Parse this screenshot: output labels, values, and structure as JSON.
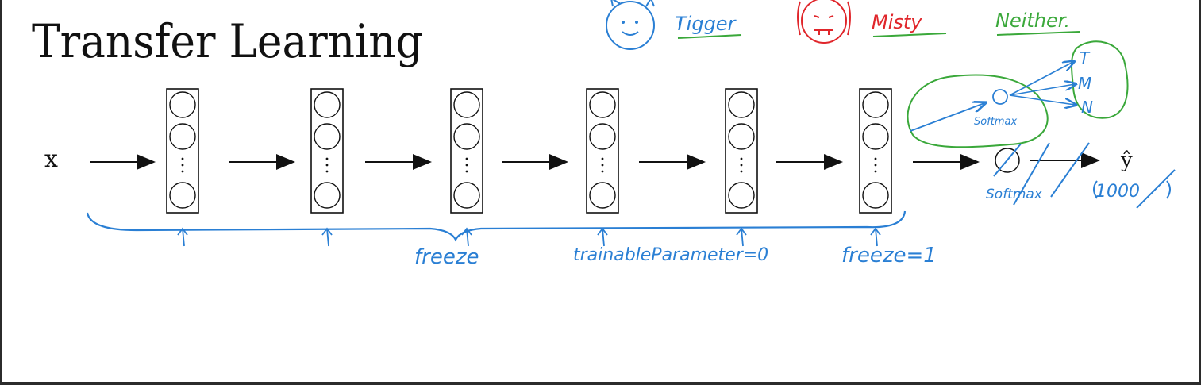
{
  "slide": {
    "title": "Transfer Learning",
    "input_label": "x",
    "output_label": "ŷ"
  },
  "annotations": {
    "classes": [
      {
        "label": "Tigger",
        "color": "#2a7fd4"
      },
      {
        "label": "Misty",
        "color": "#e0262b"
      },
      {
        "label": "Neither.",
        "color": "#3aa83a"
      }
    ],
    "softmax_small": "Softmax",
    "softmax_out": "Softmax",
    "out_count": "1000",
    "out_classes": [
      "T",
      "M",
      "N"
    ],
    "freeze_text": "freeze",
    "trainable_text": "trainableParameter=0",
    "freeze_eq_text": "freeze=1"
  },
  "colors": {
    "ink_blue": "#2a7fd4",
    "ink_green": "#3aa83a",
    "ink_red": "#e0262b",
    "ink_black": "#111111"
  }
}
